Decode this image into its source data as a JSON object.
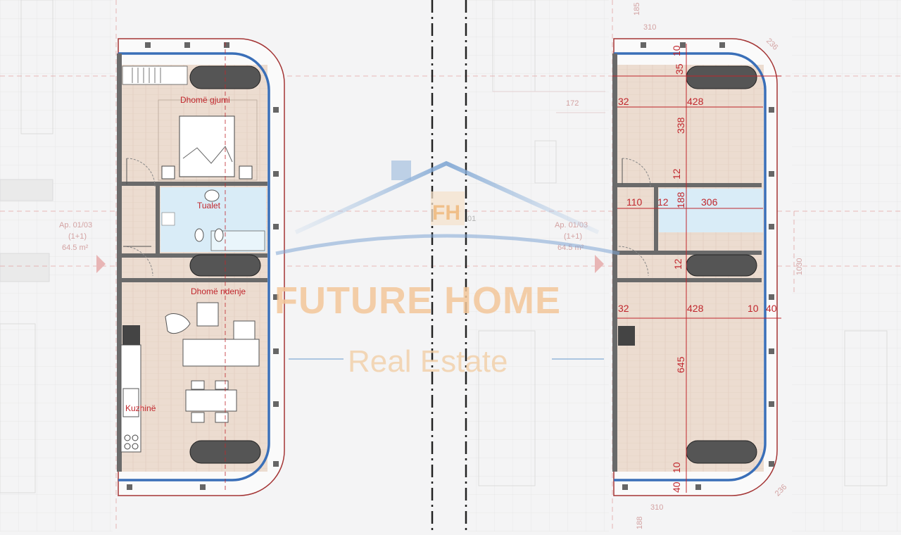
{
  "colors": {
    "floor": "#ecdcd0",
    "wall": "#666666",
    "facade": "#3a6fb8",
    "balcony": "#a43535",
    "dimension": "#c0262c",
    "bathroom": "#d9ecf7",
    "watermark_orange": "#f3c79a",
    "watermark_blue": "#8fb3d9"
  },
  "left_plan": {
    "rooms": {
      "bedroom": "Dhomë gjumi",
      "toilet": "Tualet",
      "living": "Dhomë ndenje",
      "kitchen": "Kuzhinë"
    },
    "background_tag": [
      "Ap. 01/03",
      "(1+1)",
      "64.5 m²"
    ]
  },
  "right_plan": {
    "background_tag": [
      "Ap. 01/03",
      "(1+1)",
      "64.5 m²"
    ],
    "dimensions": {
      "top_gap_a": "35",
      "top_gap_b": "10",
      "bed_left": "32",
      "bed_width": "428",
      "bed_depth": "338",
      "wall_1": "12",
      "hall_width": "110",
      "wall_2": "12",
      "wall_3": "188",
      "bath_width": "306",
      "wall_4": "12",
      "liv_left": "32",
      "liv_width": "428",
      "liv_right_a": "10",
      "liv_right_b": "40",
      "liv_depth": "645",
      "bottom_gap_a": "10",
      "bottom_gap_b": "40"
    },
    "outer_dims": {
      "top": "310",
      "top_corner": "236",
      "bottom": "310",
      "bottom_corner": "236",
      "side": "1030",
      "top_edge": "185",
      "bottom_edge": "188",
      "left_bg": "172"
    }
  },
  "watermark": {
    "title": "FUTURE HOME",
    "subtitle": "Real Estate",
    "logo_letters": "FH",
    "logo_tag": "01"
  }
}
